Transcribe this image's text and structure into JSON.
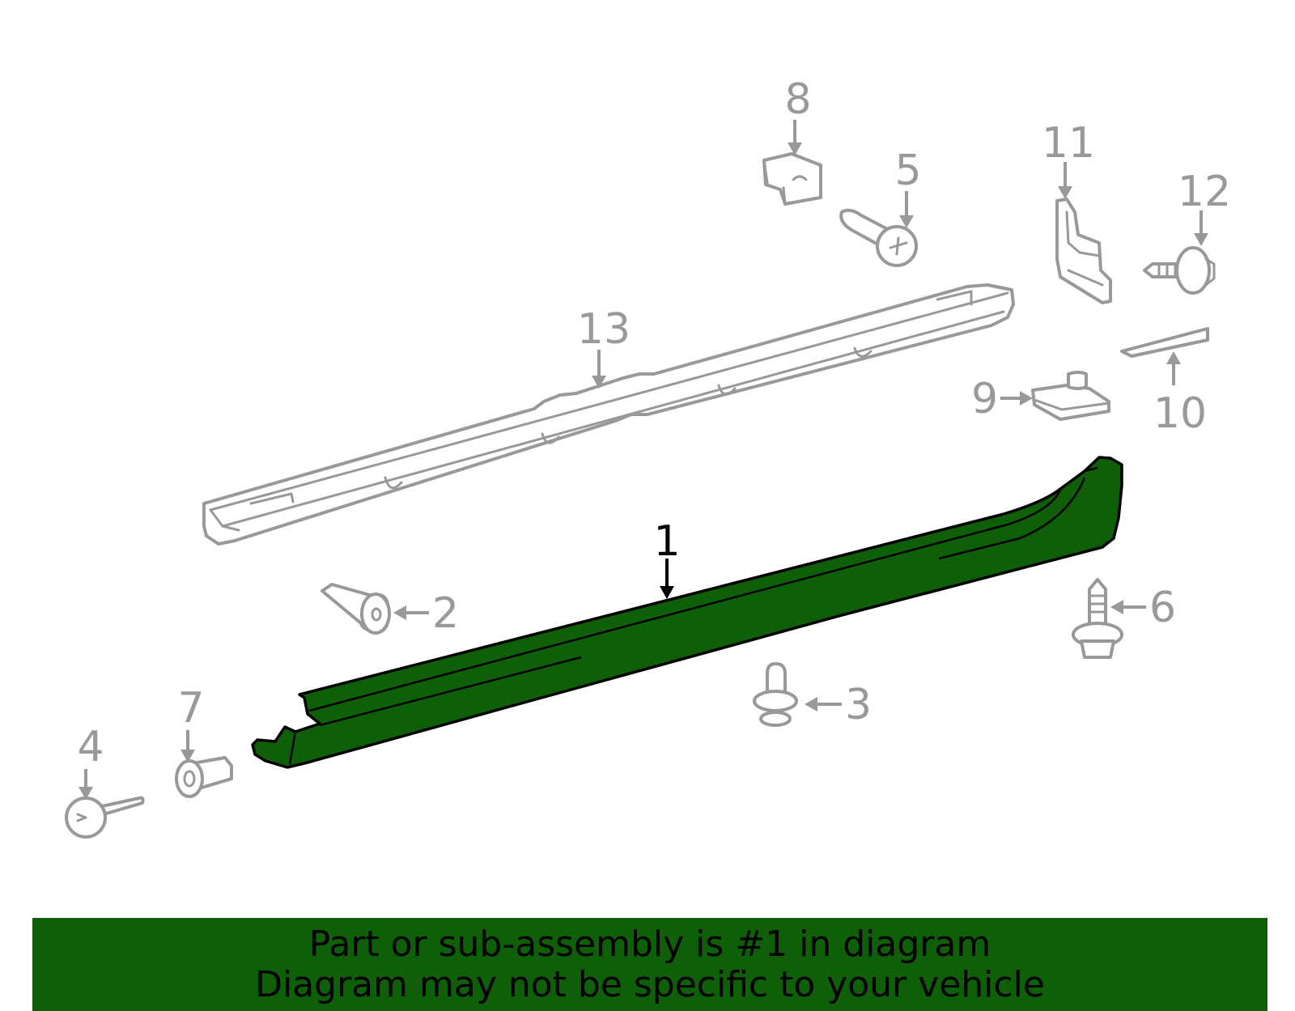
{
  "colors": {
    "highlight": "#0f5f08",
    "outline": "#999999",
    "primary_text": "#000000"
  },
  "callouts": {
    "c1": "1",
    "c2": "2",
    "c3": "3",
    "c4": "4",
    "c5": "5",
    "c6": "6",
    "c7": "7",
    "c8": "8",
    "c9": "9",
    "c10": "10",
    "c11": "11",
    "c12": "12",
    "c13": "13"
  },
  "banner": {
    "line1": "Part or sub-assembly is #1 in diagram",
    "line2": "Diagram may not be specific to your vehicle"
  }
}
